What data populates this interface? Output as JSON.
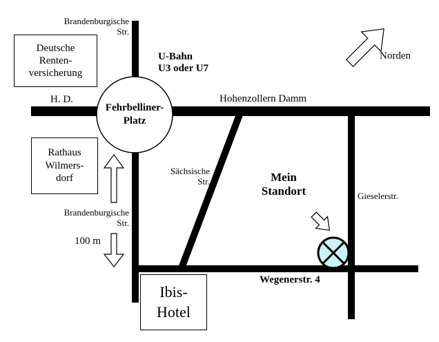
{
  "labels": {
    "brandenburgische_top": "Brandenburgische\nStr.",
    "ubahn": "U-Bahn\nU3 oder U7",
    "norden": "Norden",
    "hd": "H. D.",
    "hohenzollern": "Hohenzollern Damm",
    "fehrbelliner": "Fehrbelliner-\nPlatz",
    "saechsische": "Sächsische\nStr.",
    "mein_standort": "Mein\nStandort",
    "gieseler": "Gieselerstr.",
    "brandenburgische_bottom": "Brandenburgische\nStr.",
    "distance": "100 m",
    "wegener": "Wegenerstr. 4"
  },
  "boxes": {
    "deutsche_renten": "Deutsche\nRenten-\nversicherung",
    "rathaus": "Rathaus\nWilmers-\ndorf",
    "ibis": "Ibis-\nHotel"
  },
  "colors": {
    "road": "#000000",
    "marker_fill": "#c8f4f8",
    "background": "#ffffff"
  },
  "icons": {
    "north_arrow": "arrow-up-right-icon",
    "standort_arrow": "arrow-down-right-icon",
    "location_marker": "crossed-circle-icon",
    "scale_arrow": "double-arrow-vertical-icon"
  }
}
